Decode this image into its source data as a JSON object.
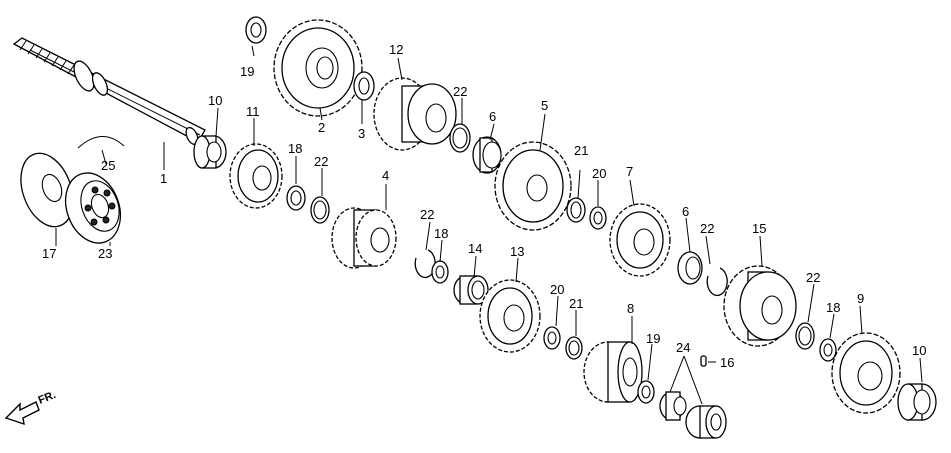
{
  "orientation_mark": {
    "text": "FR."
  },
  "callouts": [
    {
      "id": "c1",
      "label": "1"
    },
    {
      "id": "c2",
      "label": "2"
    },
    {
      "id": "c3",
      "label": "3"
    },
    {
      "id": "c4",
      "label": "4"
    },
    {
      "id": "c5",
      "label": "5"
    },
    {
      "id": "c6a",
      "label": "6"
    },
    {
      "id": "c6b",
      "label": "6"
    },
    {
      "id": "c7",
      "label": "7"
    },
    {
      "id": "c8",
      "label": "8"
    },
    {
      "id": "c9",
      "label": "9"
    },
    {
      "id": "c10a",
      "label": "10"
    },
    {
      "id": "c10b",
      "label": "10"
    },
    {
      "id": "c11",
      "label": "11"
    },
    {
      "id": "c12",
      "label": "12"
    },
    {
      "id": "c13",
      "label": "13"
    },
    {
      "id": "c14",
      "label": "14"
    },
    {
      "id": "c15",
      "label": "15"
    },
    {
      "id": "c16",
      "label": "16"
    },
    {
      "id": "c17",
      "label": "17"
    },
    {
      "id": "c18a",
      "label": "18"
    },
    {
      "id": "c18b",
      "label": "18"
    },
    {
      "id": "c18c",
      "label": "18"
    },
    {
      "id": "c19a",
      "label": "19"
    },
    {
      "id": "c19b",
      "label": "19"
    },
    {
      "id": "c20a",
      "label": "20"
    },
    {
      "id": "c20b",
      "label": "20"
    },
    {
      "id": "c21a",
      "label": "21"
    },
    {
      "id": "c21b",
      "label": "21"
    },
    {
      "id": "c22a",
      "label": "22"
    },
    {
      "id": "c22b",
      "label": "22"
    },
    {
      "id": "c22c",
      "label": "22"
    },
    {
      "id": "c22d",
      "label": "22"
    },
    {
      "id": "c22e",
      "label": "22"
    },
    {
      "id": "c23",
      "label": "23"
    },
    {
      "id": "c24",
      "label": "24"
    },
    {
      "id": "c25",
      "label": "25"
    }
  ]
}
